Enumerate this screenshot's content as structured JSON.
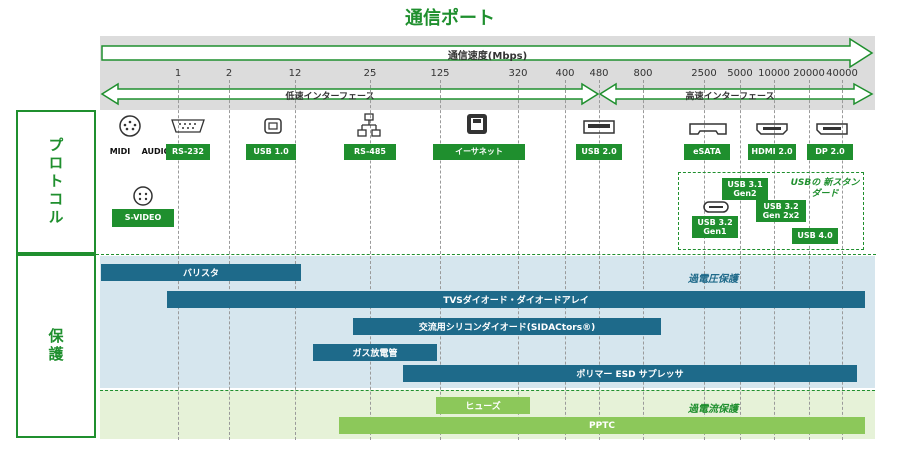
{
  "title": "通信ポート",
  "speed_label": "通信速度(Mbps)",
  "ticks": [
    "1",
    "2",
    "12",
    "25",
    "125",
    "320",
    "400",
    "480",
    "800",
    "2500",
    "5000",
    "10000",
    "20000",
    "40000"
  ],
  "low_speed": "低速インターフェース",
  "high_speed": "高速インターフェース",
  "side_protocol": "プロトコル",
  "side_protection": "保護",
  "protocols": {
    "midi": "MIDI",
    "audio": "AUDIO",
    "rs232": "RS-232",
    "usb1": "USB 1.0",
    "rs485": "RS-485",
    "ethernet": "イーサネット",
    "usb2": "USB 2.0",
    "esata": "eSATA",
    "hdmi": "HDMI 2.0",
    "dp": "DP 2.0",
    "svideo": "S-VIDEO",
    "usb31": "USB 3.1 Gen2",
    "usb32g1": "USB 3.2 Gen1",
    "usb32g2": "USB 3.2 Gen 2x2",
    "usb4": "USB 4.0",
    "new_std": "USBの 新スタンダード"
  },
  "overvoltage_label": "過電圧保護",
  "overcurrent_label": "過電流保護",
  "bars": {
    "varistor": "バリスタ",
    "tvs": "TVSダイオード・ダイオードアレイ",
    "sidactor": "交流用シリコンダイオード(SIDACtors®)",
    "gas": "ガス放電管",
    "polymer": "ポリマー ESD サプレッサ",
    "fuse": "ヒューズ",
    "pptc": "PPTC"
  },
  "colors": {
    "green": "#1f8f2e",
    "blue": "#1e6a8a",
    "light_green": "#8cc85a"
  }
}
